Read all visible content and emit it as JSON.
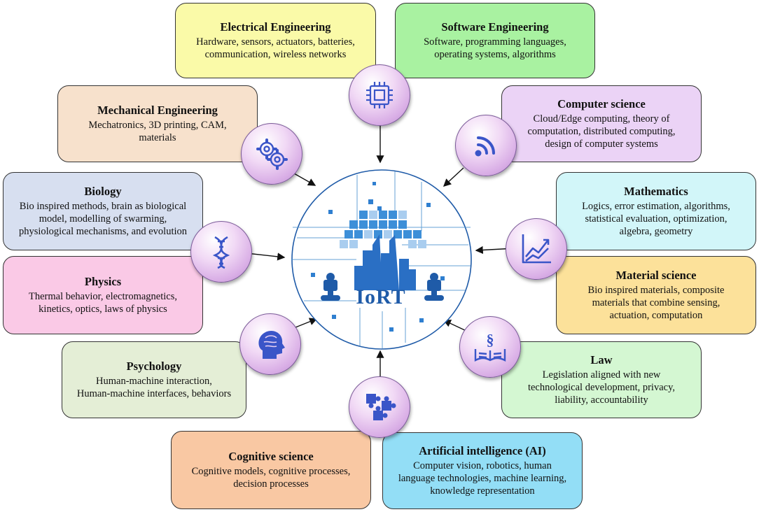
{
  "center": {
    "label": "IoRT"
  },
  "nodes": {
    "electrical": {
      "title": "Electrical Engineering",
      "desc": "Hardware, sensors, actuators, batteries,\ncommunication, wireless networks",
      "color": "#fafaa8",
      "icon": "chip-icon"
    },
    "software": {
      "title": "Software Engineering",
      "desc": "Software, programming languages,\noperating systems, algorithms",
      "color": "#a9f2a1",
      "icon": "chip-icon"
    },
    "mechanical": {
      "title": "Mechanical Engineering",
      "desc": "Mechatronics, 3D printing, CAM,\nmaterials",
      "color": "#f7e1cc",
      "icon": "gears-icon"
    },
    "computer": {
      "title": "Computer science",
      "desc": "Cloud/Edge computing, theory of\ncomputation, distributed computing,\ndesign of computer systems",
      "color": "#ebd3f6",
      "icon": "wireless-icon"
    },
    "biology": {
      "title": "Biology",
      "desc": "Bio inspired methods, brain as biological\nmodel, modelling of swarming,\nphysiological mechanisms, and evolution",
      "color": "#d7dff0",
      "icon": "dna-icon"
    },
    "mathematics": {
      "title": "Mathematics",
      "desc": "Logics, error estimation, algorithms,\nstatistical evaluation, optimization,\nalgebra, geometry",
      "color": "#d2f6f9",
      "icon": "chart-icon"
    },
    "physics": {
      "title": "Physics",
      "desc": "Thermal behavior, electromagnetics,\nkinetics, optics, laws of physics",
      "color": "#fac9e6",
      "icon": "dna-icon"
    },
    "material": {
      "title": "Material science",
      "desc": "Bio inspired materials, composite\nmaterials that combine sensing,\nactuation, computation",
      "color": "#fce19a",
      "icon": "chart-icon"
    },
    "psychology": {
      "title": "Psychology",
      "desc": "Human-machine interaction,\nHuman-machine interfaces, behaviors",
      "color": "#e4eed6",
      "icon": "brain-head-icon"
    },
    "law": {
      "title": "Law",
      "desc": "Legislation aligned with new\ntechnological development, privacy,\nliability, accountability",
      "color": "#d4f7d2",
      "icon": "law-book-icon"
    },
    "cognitive": {
      "title": "Cognitive science",
      "desc": "Cognitive models, cognitive processes,\ndecision processes",
      "color": "#f9c8a3",
      "icon": "puzzle-icon"
    },
    "ai": {
      "title": "Artificial intelligence (AI)",
      "desc": "Computer vision, robotics, human\nlanguage technologies, machine learning,\nknowledge representation",
      "color": "#93def6",
      "icon": "puzzle-icon"
    }
  }
}
